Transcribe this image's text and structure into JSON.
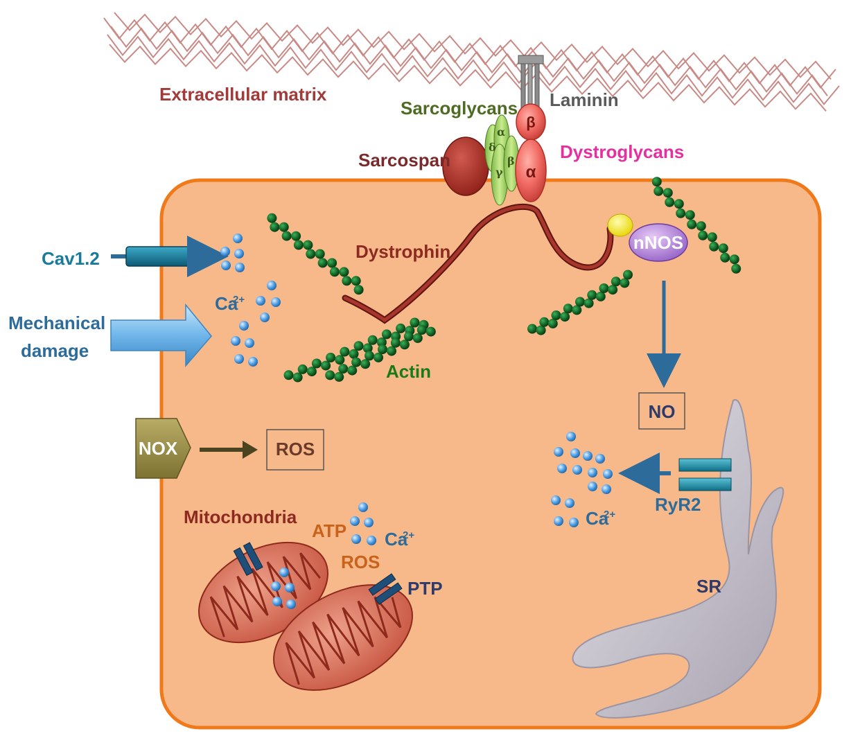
{
  "labels": {
    "extracellular_matrix": "Extracellular matrix",
    "laminin": "Laminin",
    "sarcoglycans": "Sarcoglycans",
    "sarcospan": "Sarcospan",
    "dystroglycans": "Dystroglycans",
    "beta": "β",
    "alpha": "α",
    "sg_delta": "δ",
    "sg_alpha": "α",
    "sg_gamma": "γ",
    "sg_beta": "β",
    "cav12": "Cav1.2",
    "mechanical": "Mechanical",
    "damage": "damage",
    "dystrophin": "Dystrophin",
    "actin": "Actin",
    "nnos": "nNOS",
    "ca": "Ca",
    "ca_charge": "2+",
    "nox": "NOX",
    "ros": "ROS",
    "no": "NO",
    "ryr2": "RyR2",
    "mitochondria": "Mitochondria",
    "atp": "ATP",
    "mito_ros": "ROS",
    "ptp": "PTP",
    "sr": "SR"
  },
  "colors": {
    "cell_fill": "#f8b98a",
    "cell_stroke": "#f07a1a",
    "matrix": "#c98a86",
    "dark_red_text": "#a33a3a",
    "green_text": "#4e6b23",
    "pink_text": "#e5309f",
    "blue_text": "#2d6c9a",
    "teal_text": "#1a7a9a",
    "orange_text": "#c9621a",
    "actin": "#0f5a1f",
    "dystrophin": "#8c2a22",
    "calcium": "#4a9ae0",
    "mito_fill": "#d9705a",
    "sr_fill": "#c8c4cc"
  }
}
